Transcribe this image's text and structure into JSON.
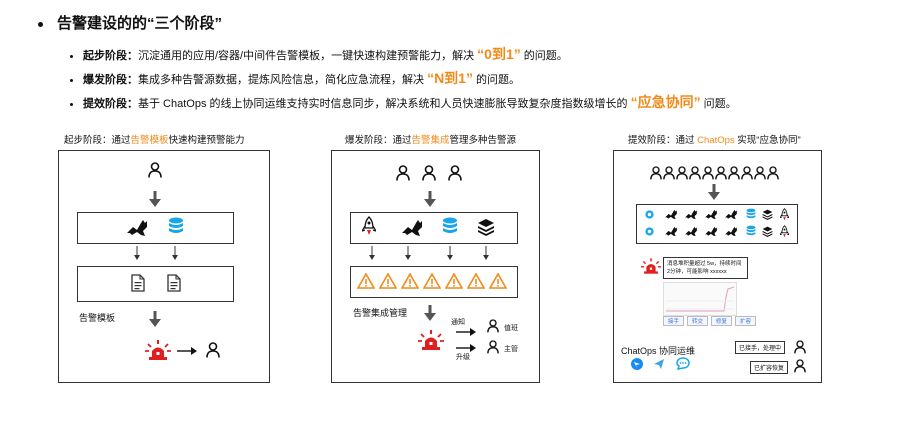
{
  "heading": "告警建设的的“三个阶段”",
  "bullets": [
    {
      "label": "起步阶段：",
      "pre": "沉淀通用的应用/容器/中间件告警模板，一键快速构建预警能力，解决 ",
      "hl": "“0到1”",
      "post": " 的问题。"
    },
    {
      "label": "爆发阶段：",
      "pre": "集成多种告警源数据，提炼风险信息，简化应急流程，解决 ",
      "hl": "“N到1”",
      "post": " 的问题。"
    },
    {
      "label": "提效阶段：",
      "pre": "基于 ChatOps 的线上协同运维支持实时信息同步，解决系统和人员快速膨胀导致复杂度指数级增长的 ",
      "hl": "“应急协同”",
      "post": " 问题。"
    }
  ],
  "panels": {
    "p1": {
      "title_pre": "起步阶段：通过",
      "title_hl": "告警模板",
      "title_post": "快速构建预警能力",
      "template_label": "告警模板"
    },
    "p2": {
      "title_pre": "爆发阶段：通过",
      "title_hl": "告警集成",
      "title_post": "管理多种告警源",
      "integration_label": "告警集成管理",
      "notify_label": "通知",
      "escalate_label": "升级",
      "duty_label": "值班",
      "manager_label": "主管"
    },
    "p3": {
      "title_pre": "提效阶段：通过 ",
      "title_hl": "ChatOps",
      "title_post": " 实现“应急协同”",
      "message": "消息堆积量超过 5w，持续时间 2分钟，可能影响 xxxxxx",
      "buttons": [
        "接手",
        "转交",
        "修复",
        "扩容"
      ],
      "chatops_label": "ChatOps 协同运维",
      "status1": "已接手，处理中",
      "status2": "已扩容恢复"
    }
  },
  "colors": {
    "accent": "#f28a1a",
    "alarm": "#e02020",
    "db": "#1aa7e8"
  }
}
